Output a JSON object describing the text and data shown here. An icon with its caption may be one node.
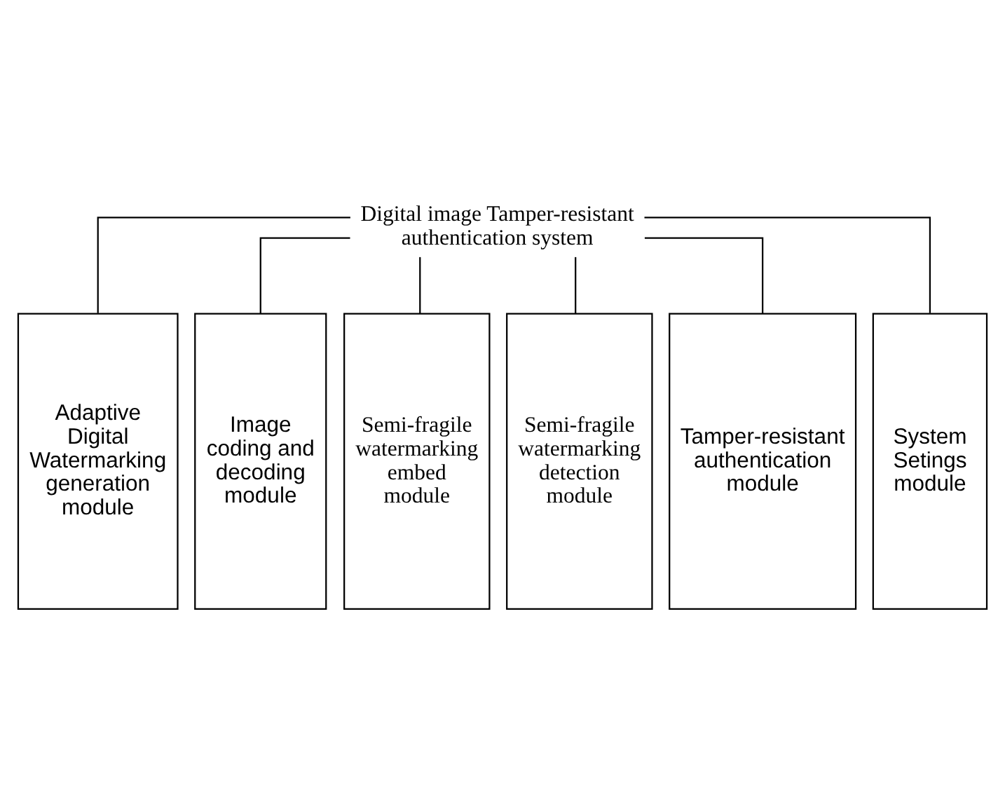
{
  "diagram": {
    "nodes": [
      {
        "text": [
          "Digital image Tamper-resistant authentication system"
        ]
      },
      {
        "text": [
          "Adaptive Digital Watermarking generation module"
        ]
      },
      {
        "text": [
          "Image coding and decoding module"
        ]
      },
      {
        "text": [
          "Semi-fragile watermarking embed module"
        ]
      },
      {
        "text": [
          "Semi-fragile watermarking detection module"
        ]
      },
      {
        "text": [
          "Tamper-resistant authentication module"
        ]
      },
      {
        "text": [
          "System Setings module"
        ]
      }
    ],
    "edges": [
      {
        "from": 0,
        "to": 1,
        "arrow": "none"
      },
      {
        "from": 0,
        "to": 2,
        "arrow": "none"
      },
      {
        "from": 0,
        "to": 3,
        "arrow": "none"
      },
      {
        "from": 0,
        "to": 4,
        "arrow": "none"
      },
      {
        "from": 0,
        "to": 5,
        "arrow": "none"
      },
      {
        "from": 0,
        "to": 6,
        "arrow": "none"
      }
    ]
  }
}
